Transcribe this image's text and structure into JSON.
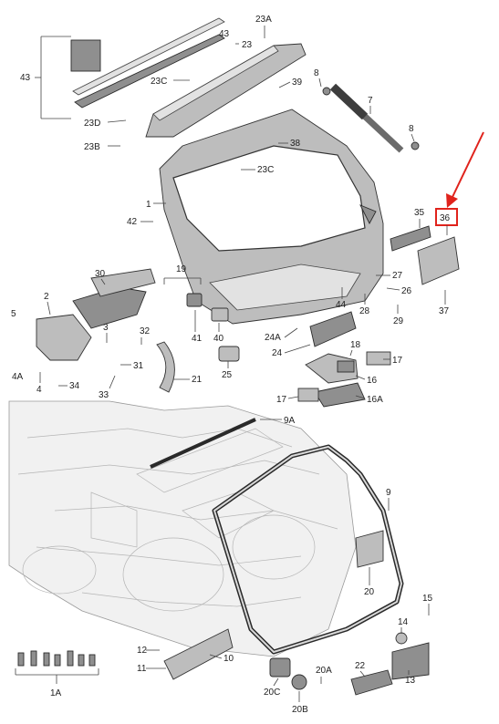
{
  "callouts": {
    "c43a": "43",
    "c43b": "43",
    "c23": "23",
    "c23A": "23A",
    "c23C": "23C",
    "c23C2": "23C",
    "c23D": "23D",
    "c23B": "23B",
    "c39": "39",
    "c38": "38",
    "c8a": "8",
    "c8b": "8",
    "c7": "7",
    "c1": "1",
    "c42": "42",
    "c35": "35",
    "c36": "36",
    "c27": "27",
    "c26": "26",
    "c28": "28",
    "c29": "29",
    "c37": "37",
    "c44": "44",
    "c30": "30",
    "c2": "2",
    "c5": "5",
    "c3": "3",
    "c4A": "4A",
    "c4": "4",
    "c34": "34",
    "c19": "19",
    "c41": "41",
    "c40": "40",
    "c32": "32",
    "c31": "31",
    "c33": "33",
    "c21": "21",
    "c25": "25",
    "c24A": "24A",
    "c24": "24",
    "c18": "18",
    "c17a": "17",
    "c16": "16",
    "c17b": "17",
    "c16A": "16A",
    "c9A": "9A",
    "c9": "9",
    "c20": "20",
    "c15": "15",
    "c14": "14",
    "c13": "13",
    "c12": "12",
    "c11": "11",
    "c10": "10",
    "c22": "22",
    "c20A": "20A",
    "c20C": "20C",
    "c20B": "20B",
    "c1A": "1A"
  },
  "highlight": {
    "part": "36",
    "color": "#e0231c"
  }
}
